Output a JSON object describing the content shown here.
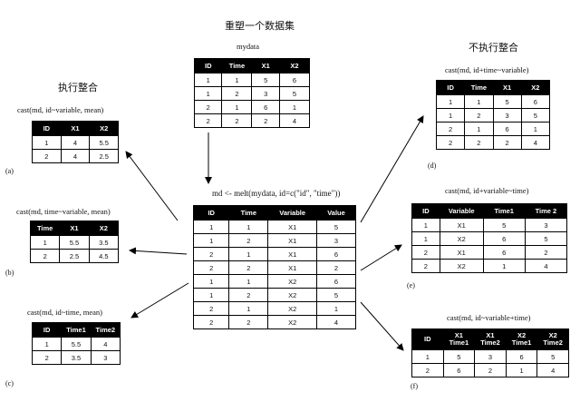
{
  "titles": {
    "reshape": "重塑一个数据集",
    "aggregate": "执行整合",
    "no_aggregate": "不执行整合"
  },
  "mydata": {
    "label": "mydata",
    "headers": [
      "ID",
      "Time",
      "X1",
      "X2"
    ],
    "rows": [
      [
        "1",
        "1",
        "5",
        "6"
      ],
      [
        "1",
        "2",
        "3",
        "5"
      ],
      [
        "2",
        "1",
        "6",
        "1"
      ],
      [
        "2",
        "2",
        "2",
        "4"
      ]
    ]
  },
  "melt": {
    "label": "md <- melt(mydata, id=c(\"id\", \"time\"))",
    "headers": [
      "ID",
      "Time",
      "Variable",
      "Value"
    ],
    "rows": [
      [
        "1",
        "1",
        "X1",
        "5"
      ],
      [
        "1",
        "2",
        "X1",
        "3"
      ],
      [
        "2",
        "1",
        "X1",
        "6"
      ],
      [
        "2",
        "2",
        "X1",
        "2"
      ],
      [
        "1",
        "1",
        "X2",
        "6"
      ],
      [
        "1",
        "2",
        "X2",
        "5"
      ],
      [
        "2",
        "1",
        "X2",
        "1"
      ],
      [
        "2",
        "2",
        "X2",
        "4"
      ]
    ]
  },
  "a": {
    "caption": "cast(md, id~variable, mean)",
    "letter": "(a)",
    "headers": [
      "ID",
      "X1",
      "X2"
    ],
    "rows": [
      [
        "1",
        "4",
        "5.5"
      ],
      [
        "2",
        "4",
        "2.5"
      ]
    ]
  },
  "b": {
    "caption": "cast(md, time~variable, mean)",
    "letter": "(b)",
    "headers": [
      "Time",
      "X1",
      "X2"
    ],
    "rows": [
      [
        "1",
        "5.5",
        "3.5"
      ],
      [
        "2",
        "2.5",
        "4.5"
      ]
    ]
  },
  "c": {
    "caption": "cast(md, id~time, mean)",
    "letter": "(c)",
    "headers": [
      "ID",
      "Time1",
      "Time2"
    ],
    "rows": [
      [
        "1",
        "5.5",
        "4"
      ],
      [
        "2",
        "3.5",
        "3"
      ]
    ]
  },
  "d": {
    "caption": "cast(md, id+time~variable)",
    "letter": "(d)",
    "headers": [
      "ID",
      "Time",
      "X1",
      "X2"
    ],
    "rows": [
      [
        "1",
        "1",
        "5",
        "6"
      ],
      [
        "1",
        "2",
        "3",
        "5"
      ],
      [
        "2",
        "1",
        "6",
        "1"
      ],
      [
        "2",
        "2",
        "2",
        "4"
      ]
    ]
  },
  "e": {
    "caption": "cast(md, id+variable~time)",
    "letter": "(e)",
    "headers": [
      "ID",
      "Variable",
      "Time1",
      "Time 2"
    ],
    "rows": [
      [
        "1",
        "X1",
        "5",
        "3"
      ],
      [
        "1",
        "X2",
        "6",
        "5"
      ],
      [
        "2",
        "X1",
        "6",
        "2"
      ],
      [
        "2",
        "X2",
        "1",
        "4"
      ]
    ]
  },
  "f": {
    "caption": "cast(md, id~variable+time)",
    "letter": "(f)",
    "headers": [
      "ID",
      "X1\nTime1",
      "X1\nTime2",
      "X2\nTime1",
      "X2\nTime2"
    ],
    "rows": [
      [
        "1",
        "5",
        "3",
        "6",
        "5"
      ],
      [
        "2",
        "6",
        "2",
        "1",
        "4"
      ]
    ]
  }
}
